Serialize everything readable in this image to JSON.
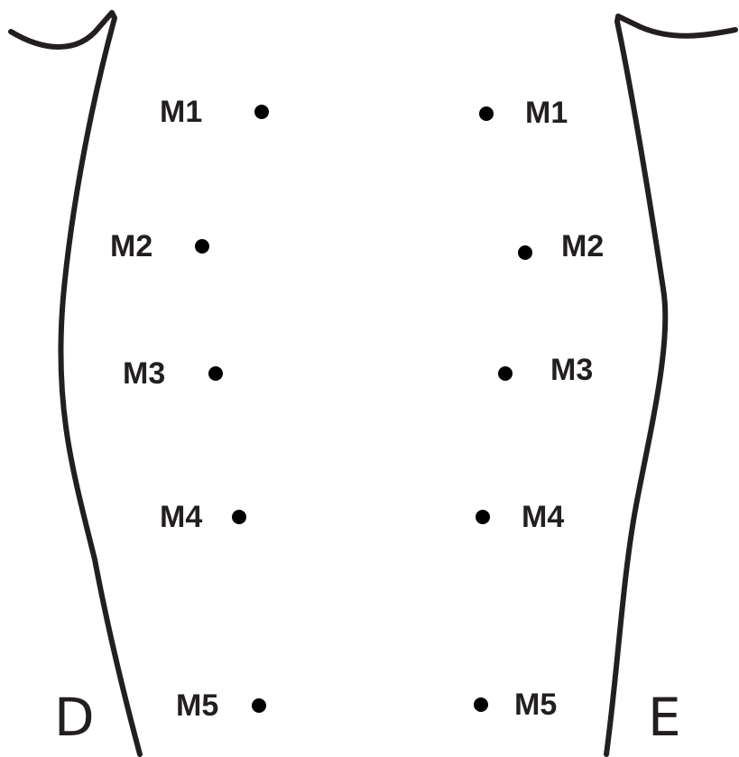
{
  "diagram": {
    "side_labels": {
      "right_side": "D",
      "left_side": "E"
    },
    "points": {
      "right_side": [
        "M1",
        "M2",
        "M3",
        "M4",
        "M5"
      ],
      "left_side": [
        "M1",
        "M2",
        "M3",
        "M4",
        "M5"
      ]
    },
    "colors": {
      "line": "#231f20",
      "dot": "#000000",
      "background": "#ffffff"
    }
  }
}
